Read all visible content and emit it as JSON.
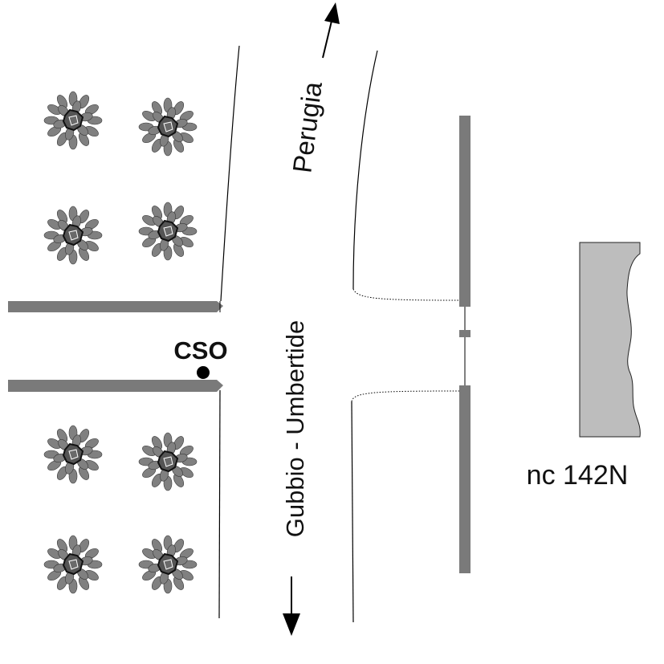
{
  "labels": {
    "north_destination": "Perugia",
    "road_name": "Gubbio - Umbertide",
    "outfall_point": "CSO",
    "building": "nc 142N"
  },
  "colors": {
    "background": "#ffffff",
    "wall": "#7a7a7a",
    "building": "#bdbdbd",
    "tree_leaf": "#808080",
    "tree_core": "#555555",
    "line": "#000000"
  },
  "symbols": {
    "tree": "tree-icon",
    "outfall_point": "point-marker-icon",
    "direction_arrow": "arrow-icon"
  }
}
